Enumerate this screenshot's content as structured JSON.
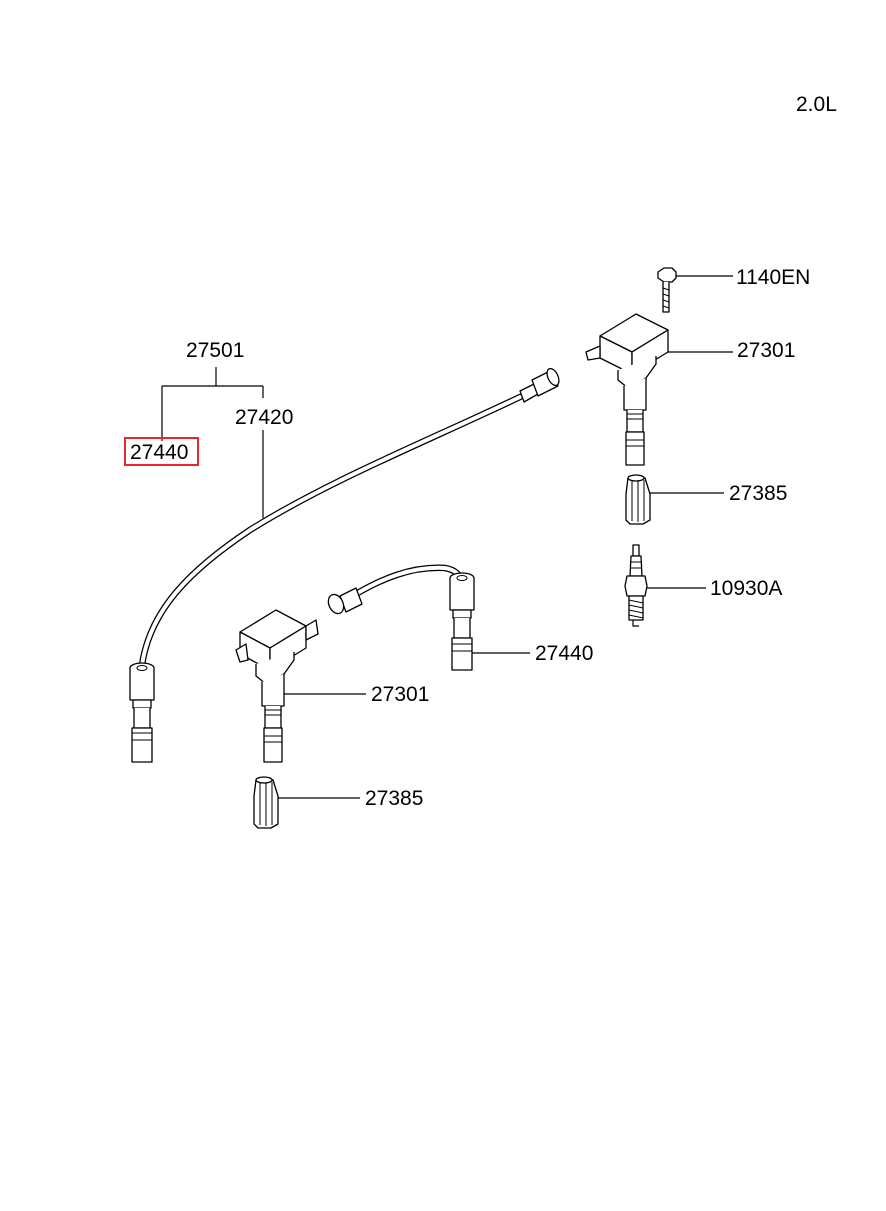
{
  "variant": "2.0L",
  "labels": {
    "assembly": "27501",
    "cable_highlighted": "27440",
    "cable_long": "27420",
    "bolt": "1140EN",
    "coil_top": "27301",
    "boot_top": "27385",
    "spark_plug": "10930A",
    "cable_short": "27440",
    "coil_bottom": "27301",
    "boot_bottom": "27385"
  },
  "highlight_color": "#e8262b"
}
